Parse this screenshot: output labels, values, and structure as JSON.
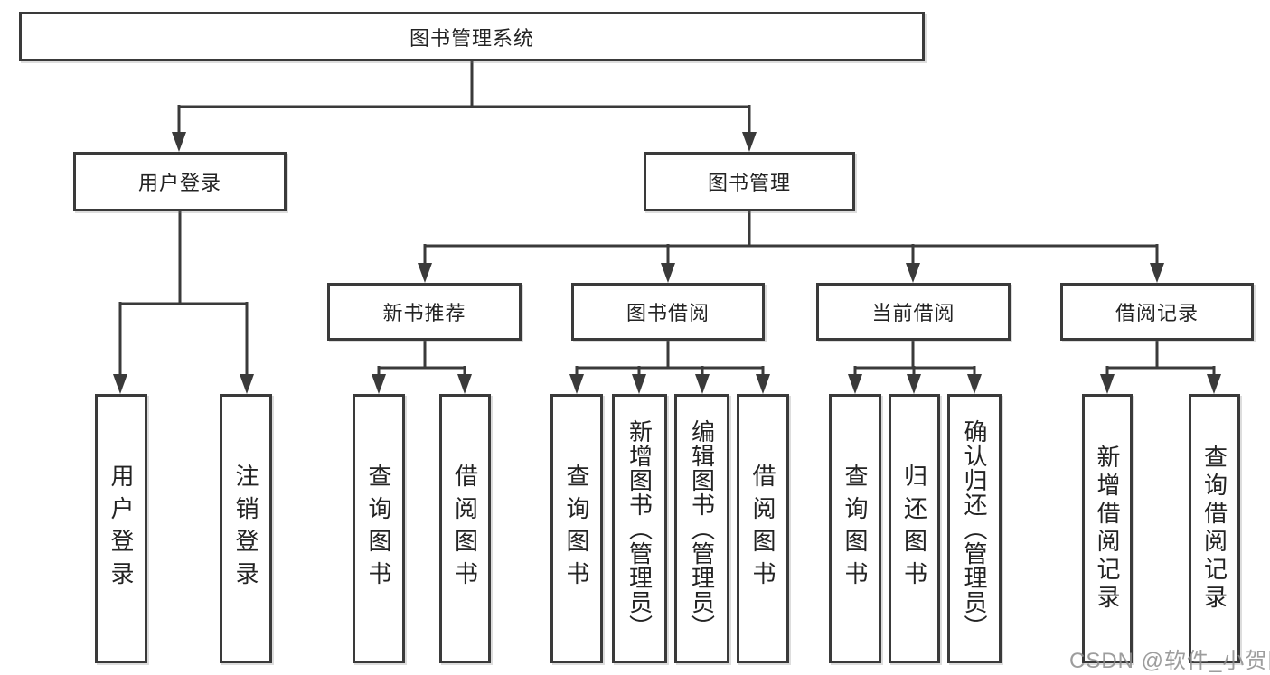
{
  "diagram": {
    "root": {
      "label": "图书管理系统"
    },
    "branches": [
      {
        "label": "用户登录",
        "children": [
          "用户登录",
          "注销登录"
        ]
      },
      {
        "label": "图书管理",
        "groups": [
          {
            "label": "新书推荐",
            "children": [
              "查询图书",
              "借阅图书"
            ]
          },
          {
            "label": "图书借阅",
            "children": [
              "查询图书",
              "新增图书（管理员）",
              "编辑图书（管理员）",
              "借阅图书"
            ]
          },
          {
            "label": "当前借阅",
            "children": [
              "查询图书",
              "归还图书",
              "确认归还（管理员）"
            ]
          },
          {
            "label": "借阅记录",
            "children": [
              "新增借阅记录",
              "查询借阅记录"
            ]
          }
        ]
      }
    ]
  },
  "watermark": {
    "text": "CSDN @软件_小贺同学",
    "color": "#8c8c8c"
  },
  "colors": {
    "line": "#3a3a3a",
    "box_border": "#3a3a3a",
    "text": "#232323",
    "background": "#ffffff"
  }
}
